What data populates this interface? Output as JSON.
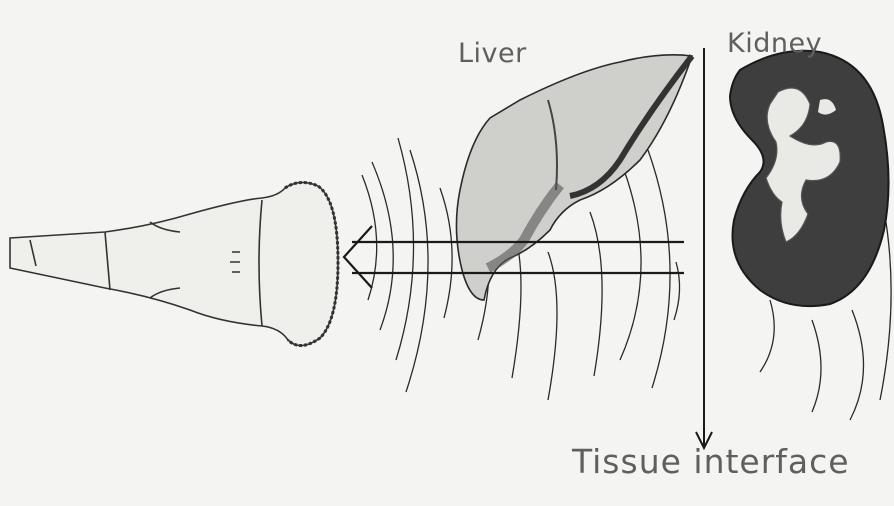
{
  "labels": {
    "liver": "Liver",
    "kidney": "Kidney",
    "tissue_interface": "Tissue interface"
  },
  "colors": {
    "background": "#f4f4f2",
    "text": "#5f5f5f",
    "stroke": "#1a1a1a",
    "liver_fill": "#c9c9c7",
    "kidney_fill": "#3d3d3d"
  }
}
